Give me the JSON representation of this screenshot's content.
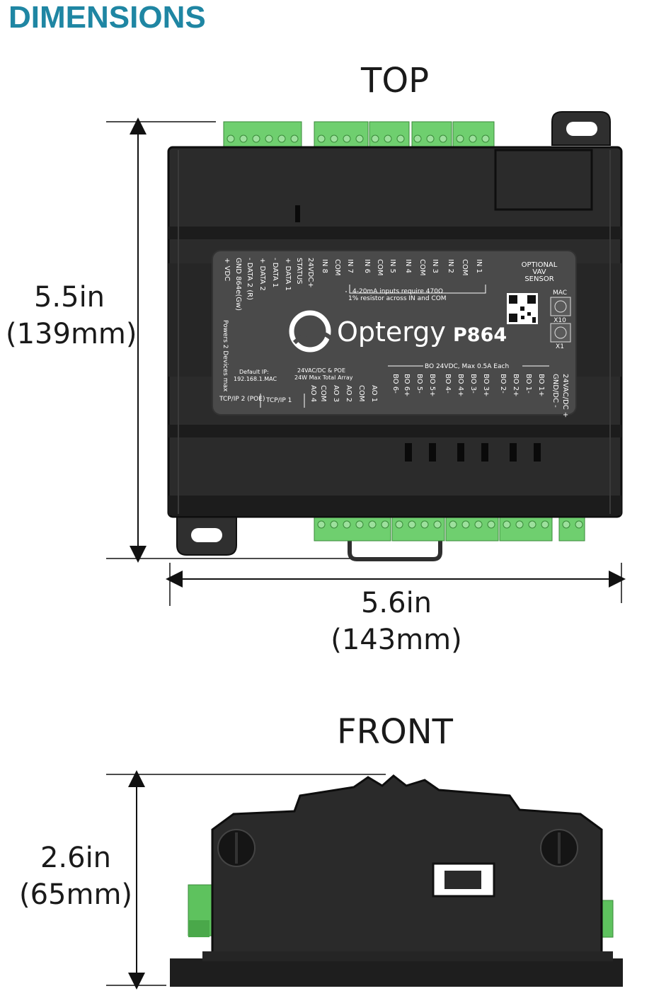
{
  "title": "DIMENSIONS",
  "top_view": {
    "label": "TOP",
    "height": {
      "imperial": "5.5in",
      "metric": "(139mm)"
    },
    "width": {
      "imperial": "5.6in",
      "metric": "(143mm)"
    }
  },
  "front_view": {
    "label": "FRONT",
    "height": {
      "imperial": "2.6in",
      "metric": "(65mm)"
    }
  },
  "device": {
    "brand": "Optergy",
    "model": "P864",
    "optional_sensor": "OPTIONAL VAV SENSOR",
    "inputs_note_1": "4-20mA inputs require 470Ω",
    "inputs_note_2": "1% resistor across IN and COM",
    "bo_header": "BO 24VDC, Max 0.5A Each",
    "power_note_1": "24VAC/DC & POE",
    "power_note_2": "24W Max Total Array",
    "default_ip_label": "Default IP:",
    "default_ip_value": "192.168.1.MAC",
    "tcpip_poe": "TCP/IP 2 (POE)",
    "tcpip_1": "TCP/IP 1",
    "powers": "Powers 2 Devices max",
    "mac": "MAC",
    "x10": "X10",
    "x1": "X1",
    "top_terminals": [
      "IN 8",
      "COM",
      "IN 7",
      "IN 6",
      "COM",
      "IN 5",
      "IN 4",
      "COM",
      "IN 3",
      "IN 2",
      "COM",
      "IN 1"
    ],
    "left_terminals": [
      "+ VDC",
      "GND 864e(Gw)",
      "- DATA 2 (R)",
      "+ DATA 2",
      "- DATA 1",
      "+ DATA 1",
      "STATUS",
      "24VDC+"
    ],
    "bottom_terminals": [
      "AO 4",
      "COM",
      "AO 3",
      "AO 2",
      "COM",
      "AO 1"
    ],
    "bo_terminals": [
      "BO 6-",
      "BO 6+",
      "BO 5-",
      "BO 5+",
      "BO 4-",
      "BO 4+",
      "BO 3-",
      "BO 3+",
      "BO 2-",
      "BO 2+",
      "BO 1-",
      "BO 1+",
      "GND/DC -",
      "24VAC/DC +"
    ],
    "colors": {
      "body": "#2b2b2b",
      "label_panel": "#4a4a4a",
      "terminal": "#6fcf6f",
      "accent": "#1f86a3"
    }
  }
}
